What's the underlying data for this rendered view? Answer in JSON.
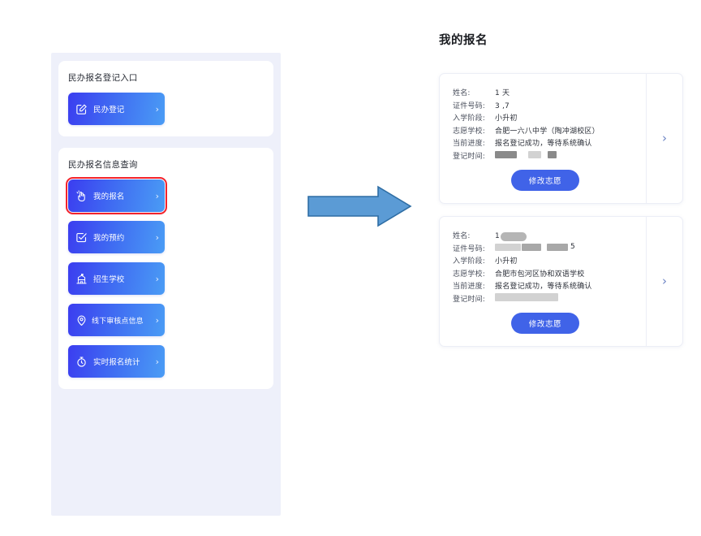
{
  "left_panel": {
    "section_1": {
      "title": "民办报名登记入口",
      "tiles": [
        {
          "label": "民办登记",
          "icon": "edit-square-icon",
          "chevron": "›",
          "highlighted": false
        }
      ]
    },
    "section_2": {
      "title": "民办报名信息查询",
      "tiles": [
        {
          "label": "我的报名",
          "icon": "hand-tap-icon",
          "chevron": "›",
          "highlighted": true
        },
        {
          "label": "我的预约",
          "icon": "checkbox-square-icon",
          "chevron": "›",
          "highlighted": false
        },
        {
          "label": "招生学校",
          "icon": "school-icon",
          "chevron": "›",
          "highlighted": false
        },
        {
          "label": "线下审核点信息",
          "icon": "map-pin-icon",
          "chevron": "›",
          "highlighted": false
        },
        {
          "label": "实时报名统计",
          "icon": "stopwatch-icon",
          "chevron": "›",
          "highlighted": false
        }
      ]
    }
  },
  "arrow": {
    "name": "right-arrow",
    "fill": "#5b9bd5",
    "stroke": "#2e6da4"
  },
  "right_panel": {
    "title": "我的报名",
    "chevron": "›",
    "button_label": "修改志愿",
    "labels": {
      "name": "姓名:",
      "id_number": "证件号码:",
      "stage": "入学阶段:",
      "school": "志愿学校:",
      "progress": "当前进度:",
      "reg_time": "登记时间:"
    },
    "cards": [
      {
        "name": "1     天",
        "id_number": "3                    ,7",
        "stage": "小升初",
        "school": "合肥一六八中学（陶冲湖校区）",
        "progress": "报名登记成功，等待系统确认",
        "reg_time": "",
        "button_label": "修改志愿",
        "chevron": "›"
      },
      {
        "name": "1",
        "id_number": "5",
        "stage": "小升初",
        "school": "合肥市包河区协和双语学校",
        "progress": "报名登记成功，等待系统确认",
        "reg_time": "",
        "button_label": "修改志愿",
        "chevron": "›"
      }
    ]
  }
}
